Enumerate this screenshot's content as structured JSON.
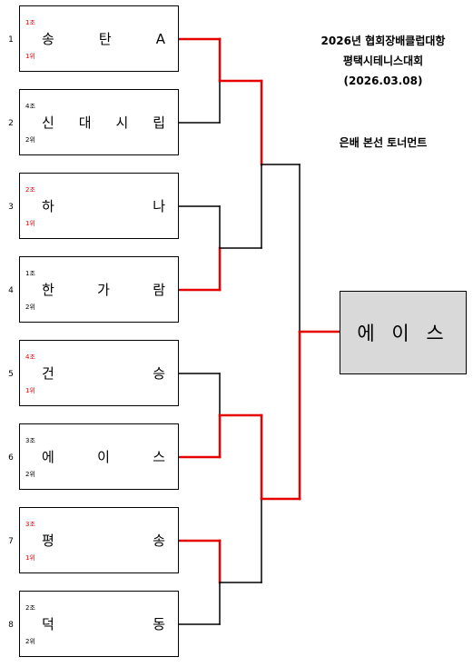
{
  "tournament": {
    "title_line1": "2026년 협회장배클럽대항",
    "title_line2": "평택시테니스대회",
    "date": "(2026.03.08)",
    "round_label": "은배 본선 토너먼트"
  },
  "slots": [
    {
      "num": "1",
      "group": "1조",
      "rank": "1위",
      "name": "송 탄 A",
      "group_color": "red",
      "rank_color": "red"
    },
    {
      "num": "2",
      "group": "4조",
      "rank": "2위",
      "name": "신 대 시 립",
      "group_color": "blk",
      "rank_color": "blk"
    },
    {
      "num": "3",
      "group": "2조",
      "rank": "1위",
      "name": "하 나",
      "group_color": "red",
      "rank_color": "red"
    },
    {
      "num": "4",
      "group": "1조",
      "rank": "2위",
      "name": "한 가 람",
      "group_color": "blk",
      "rank_color": "blk"
    },
    {
      "num": "5",
      "group": "4조",
      "rank": "1위",
      "name": "건 승",
      "group_color": "red",
      "rank_color": "red"
    },
    {
      "num": "6",
      "group": "3조",
      "rank": "2위",
      "name": "에 이 스",
      "group_color": "blk",
      "rank_color": "blk"
    },
    {
      "num": "7",
      "group": "3조",
      "rank": "1위",
      "name": "평 송",
      "group_color": "red",
      "rank_color": "red"
    },
    {
      "num": "8",
      "group": "2조",
      "rank": "2위",
      "name": "덕 동",
      "group_color": "blk",
      "rank_color": "blk"
    }
  ],
  "results": {
    "quarterfinal_winners": [
      "1",
      "4",
      "6",
      "7"
    ],
    "semifinal_winners": [
      "1",
      "6"
    ],
    "champion_slot": "6"
  },
  "champion": {
    "name": "에 이 스"
  },
  "colors": {
    "winner_line": "#e60000",
    "line": "#000000",
    "champion_fill": "#d9d9d9"
  }
}
